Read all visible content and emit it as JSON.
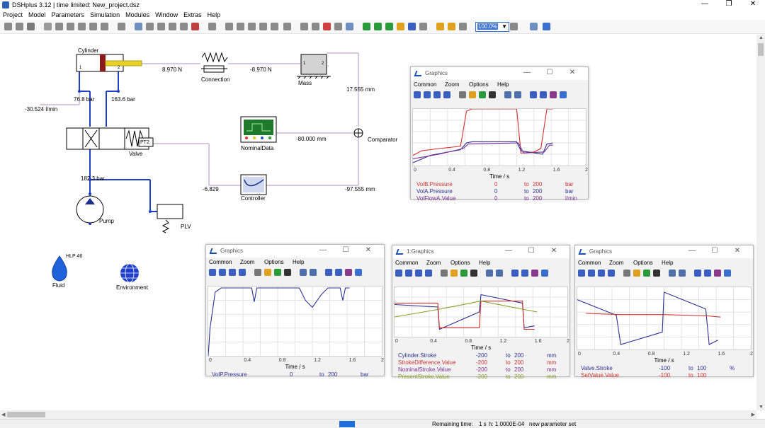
{
  "window": {
    "title": "DSHplus 3.12 | time limited: New_project.dsz",
    "controls": [
      "—",
      "❐",
      "✕"
    ]
  },
  "menu": [
    "Project",
    "Model",
    "Parameters",
    "Simulation",
    "Modules",
    "Window",
    "Extras",
    "Help"
  ],
  "toolbar": {
    "zoom": "100.0%"
  },
  "diagram": {
    "components": {
      "cylinder": "Cylinder",
      "connection": "Connection",
      "mass": "Mass",
      "valve": "Valve",
      "pt2": "PT2",
      "nominal_data": "NominalData",
      "comparator": "Comparator",
      "controller": "Controller",
      "pump": "Pump",
      "plv": "PLV",
      "fluid": "Fluid",
      "fluid_type": "HLP 46",
      "environment": "Environment"
    },
    "port_labels": {
      "cyl_1": "1",
      "cyl_2": "2",
      "mass_1": "1",
      "mass_2": "2"
    },
    "values": {
      "force_a": "8.970 N",
      "force_b": "-8.970 N",
      "position": "17.555 mm",
      "pressure_a": "76.8 bar",
      "pressure_b": "163.6 bar",
      "flow": "-30.524 l/min",
      "nominal": "-80.000 mm",
      "error": "-97.555 mm",
      "controller_out": "-6.829",
      "pump_pressure": "182.3 bar"
    }
  },
  "graph_common": {
    "menu": [
      "Common",
      "Zoom",
      "Options",
      "Help"
    ],
    "x_ticks": [
      "0",
      "0.4",
      "0.8",
      "1.2",
      "1.6",
      "2"
    ],
    "x_label": "Time / s"
  },
  "graphs": [
    {
      "id": "g1",
      "title": "Graphics",
      "xlim": [
        0,
        2
      ],
      "ylim": [
        0,
        200
      ],
      "legend": [
        {
          "name": "VolB.Pressure",
          "min": "0",
          "to": "to",
          "max": "200",
          "unit": "bar",
          "color": "#d0302f"
        },
        {
          "name": "VolA.Pressure",
          "min": "0",
          "to": "to",
          "max": "200",
          "unit": "bar",
          "color": "#2b2f8f"
        },
        {
          "name": "VolFlowA.Value",
          "min": "0",
          "to": "to",
          "max": "200",
          "unit": "l/min",
          "color": "#7a2e8f"
        }
      ]
    },
    {
      "id": "g2",
      "title": "Graphics",
      "xlim": [
        0,
        2
      ],
      "ylim": [
        0,
        200
      ],
      "legend": [
        {
          "name": "VolP.Pressure",
          "min": "0",
          "to": "to",
          "max": "200",
          "unit": "bar",
          "color": "#2b2f8f"
        }
      ]
    },
    {
      "id": "g3",
      "title": "1:Graphics",
      "xlim": [
        0,
        2
      ],
      "ylim": [
        -200,
        200
      ],
      "legend": [
        {
          "name": "Cylinder.Stroke",
          "min": "-200",
          "to": "to",
          "max": "200",
          "unit": "mm",
          "color": "#2b2f8f"
        },
        {
          "name": "StrokeDifference.Value",
          "min": "-200",
          "to": "to",
          "max": "200",
          "unit": "mm",
          "color": "#d0302f"
        },
        {
          "name": "NominalStroke.Value",
          "min": "-200",
          "to": "to",
          "max": "200",
          "unit": "mm",
          "color": "#7a2e8f"
        },
        {
          "name": "PresentStroke.Value",
          "min": "-200",
          "to": "to",
          "max": "200",
          "unit": "mm",
          "color": "#8a9a2a"
        }
      ]
    },
    {
      "id": "g4",
      "title": "Graphics",
      "xlim": [
        0,
        2
      ],
      "ylim": [
        -100,
        100
      ],
      "legend": [
        {
          "name": "Valve.Stroke",
          "min": "-100",
          "to": "to",
          "max": "100",
          "unit": "%",
          "color": "#2b2f8f"
        },
        {
          "name": "SetValue.Value",
          "min": "-100",
          "to": "to",
          "max": "100",
          "unit": "",
          "color": "#d0302f"
        }
      ]
    }
  ],
  "status": {
    "remaining_label": "Remaining time:",
    "remaining_value": "1 s",
    "step": "h: 1.0000E-04",
    "message": "new parameter set"
  }
}
